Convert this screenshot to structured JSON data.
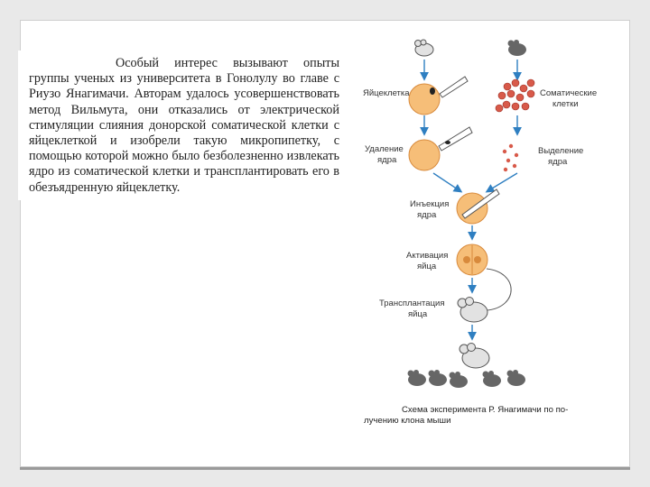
{
  "paragraph": {
    "text": "Особый интерес вызывают опыты группы ученых из университета в Гонолулу во главе с Риузо Янагимачи. Авторам удалось усовершенствовать метод Вильмута, они отказались от электрической стимуляции слияния донорской соматической клетки с яйцеклеткой и изобрели такую микропипетку, с помощью которой можно было безболезненно извлекать ядро из соматической клетки и трансплантировать его в обезъядренную яйцеклетку."
  },
  "diagram": {
    "labels": {
      "egg_cell": "Яйцеклетка",
      "somatic_1": "Соматические",
      "somatic_2": "клетки",
      "removal_1": "Удаление",
      "removal_2": "ядра",
      "isolation_1": "Выделение",
      "isolation_2": "ядра",
      "injection_1": "Инъекция",
      "injection_2": "ядра",
      "activation_1": "Активация",
      "activation_2": "яйца",
      "transplant_1": "Трансплантация",
      "transplant_2": "яйца"
    },
    "caption_line1": "Схема эксперимента Р. Янагимачи по по-",
    "caption_line2": "лучению клона мыши",
    "colors": {
      "egg": "#f6be78",
      "egg_stroke": "#d88a3c",
      "arrow": "#2f7fc1",
      "somatic": "#d85a4a",
      "mouse_dark": "#666666",
      "mouse_light": "#e2e2e2"
    }
  }
}
